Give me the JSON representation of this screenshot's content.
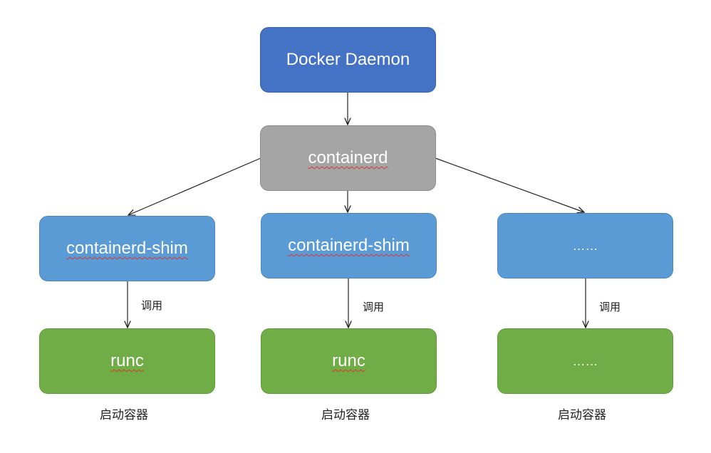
{
  "nodes": {
    "daemon": "Docker Daemon",
    "containerd": "containerd",
    "shim_left": "containerd-shim",
    "shim_mid": "containerd-shim",
    "shim_right": "……",
    "runc_left": "runc",
    "runc_mid": "runc",
    "runc_right": "……"
  },
  "edge_labels": {
    "call_left": "调用",
    "call_mid": "调用",
    "call_right": "调用"
  },
  "captions": {
    "left": "启动容器",
    "mid": "启动容器",
    "right": "启动容器"
  },
  "colors": {
    "daemon": "#4472c4",
    "containerd": "#a5a5a5",
    "shim": "#5b9bd5",
    "runtime": "#70ad47",
    "edge": "#222222"
  }
}
